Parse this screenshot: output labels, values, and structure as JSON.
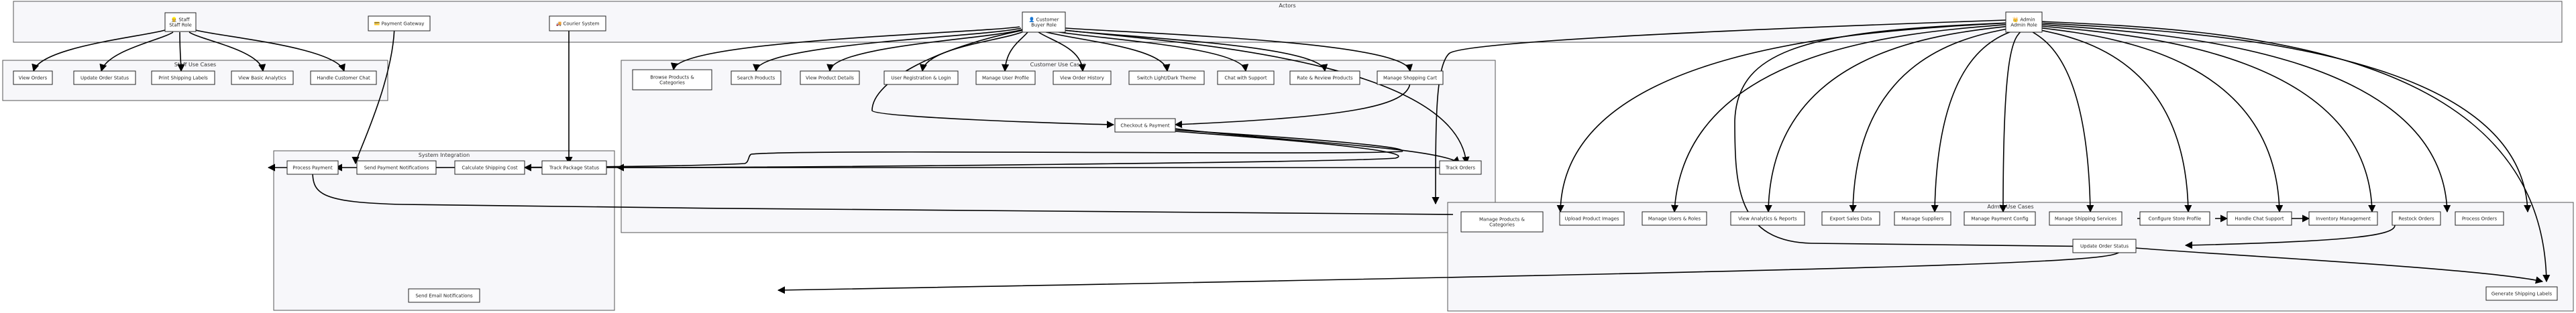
{
  "clusters": {
    "actors": "Actors",
    "staff": "Staff Use Cases",
    "customer": "Customer Use Cases",
    "system": "System Integration",
    "admin": "Admin Use Cases"
  },
  "actors": {
    "staff": {
      "icon": "👷",
      "name": "Staff",
      "role": "Staff Role"
    },
    "payment_gateway": {
      "icon": "💳",
      "name": "Payment Gateway"
    },
    "courier": {
      "icon": "🚚",
      "name": "Courier System"
    },
    "customer": {
      "icon": "👤",
      "name": "Customer",
      "role": "Buyer Role"
    },
    "admin": {
      "icon": "👑",
      "name": "Admin",
      "role": "Admin Role"
    }
  },
  "staff_cases": {
    "view_orders": "View Orders",
    "update_order_status": "Update Order Status",
    "print_shipping_labels": "Print Shipping Labels",
    "view_basic_analytics": "View Basic Analytics",
    "handle_customer_chat": "Handle Customer Chat"
  },
  "customer_cases": {
    "browse_products": [
      "Browse Products &",
      "Categories"
    ],
    "search_products": "Search Products",
    "view_product_details": "View Product Details",
    "user_registration": "User Registration & Login",
    "manage_user_profile": "Manage User Profile",
    "view_order_history": "View Order History",
    "switch_theme": "Switch Light/Dark Theme",
    "chat_with_support": "Chat with Support",
    "rate_review_products": "Rate & Review Products",
    "manage_shopping_cart": "Manage Shopping Cart",
    "checkout_payment": "Checkout & Payment",
    "track_orders": "Track Orders"
  },
  "system_cases": {
    "process_payment": "Process Payment",
    "send_payment_notifications": "Send Payment Notifications",
    "calculate_shipping_cost": "Calculate Shipping Cost",
    "track_package_status": "Track Package Status",
    "send_email_notifications": "Send Email Notifications"
  },
  "admin_cases": {
    "manage_products": [
      "Manage Products &",
      "Categories"
    ],
    "upload_product_images": "Upload Product Images",
    "manage_users_roles": "Manage Users & Roles",
    "view_analytics_reports": "View Analytics & Reports",
    "export_sales_data": "Export Sales Data",
    "manage_suppliers": "Manage Suppliers",
    "manage_payment_config": "Manage Payment Config",
    "manage_shipping_services": "Manage Shipping Services",
    "configure_store_profile": "Configure Store Profile",
    "handle_chat_support": "Handle Chat Support",
    "inventory_management": "Inventory Management",
    "restock_orders": "Restock Orders",
    "process_orders": "Process Orders",
    "update_order_status": "Update Order Status",
    "generate_shipping_labels": "Generate Shipping Labels"
  }
}
